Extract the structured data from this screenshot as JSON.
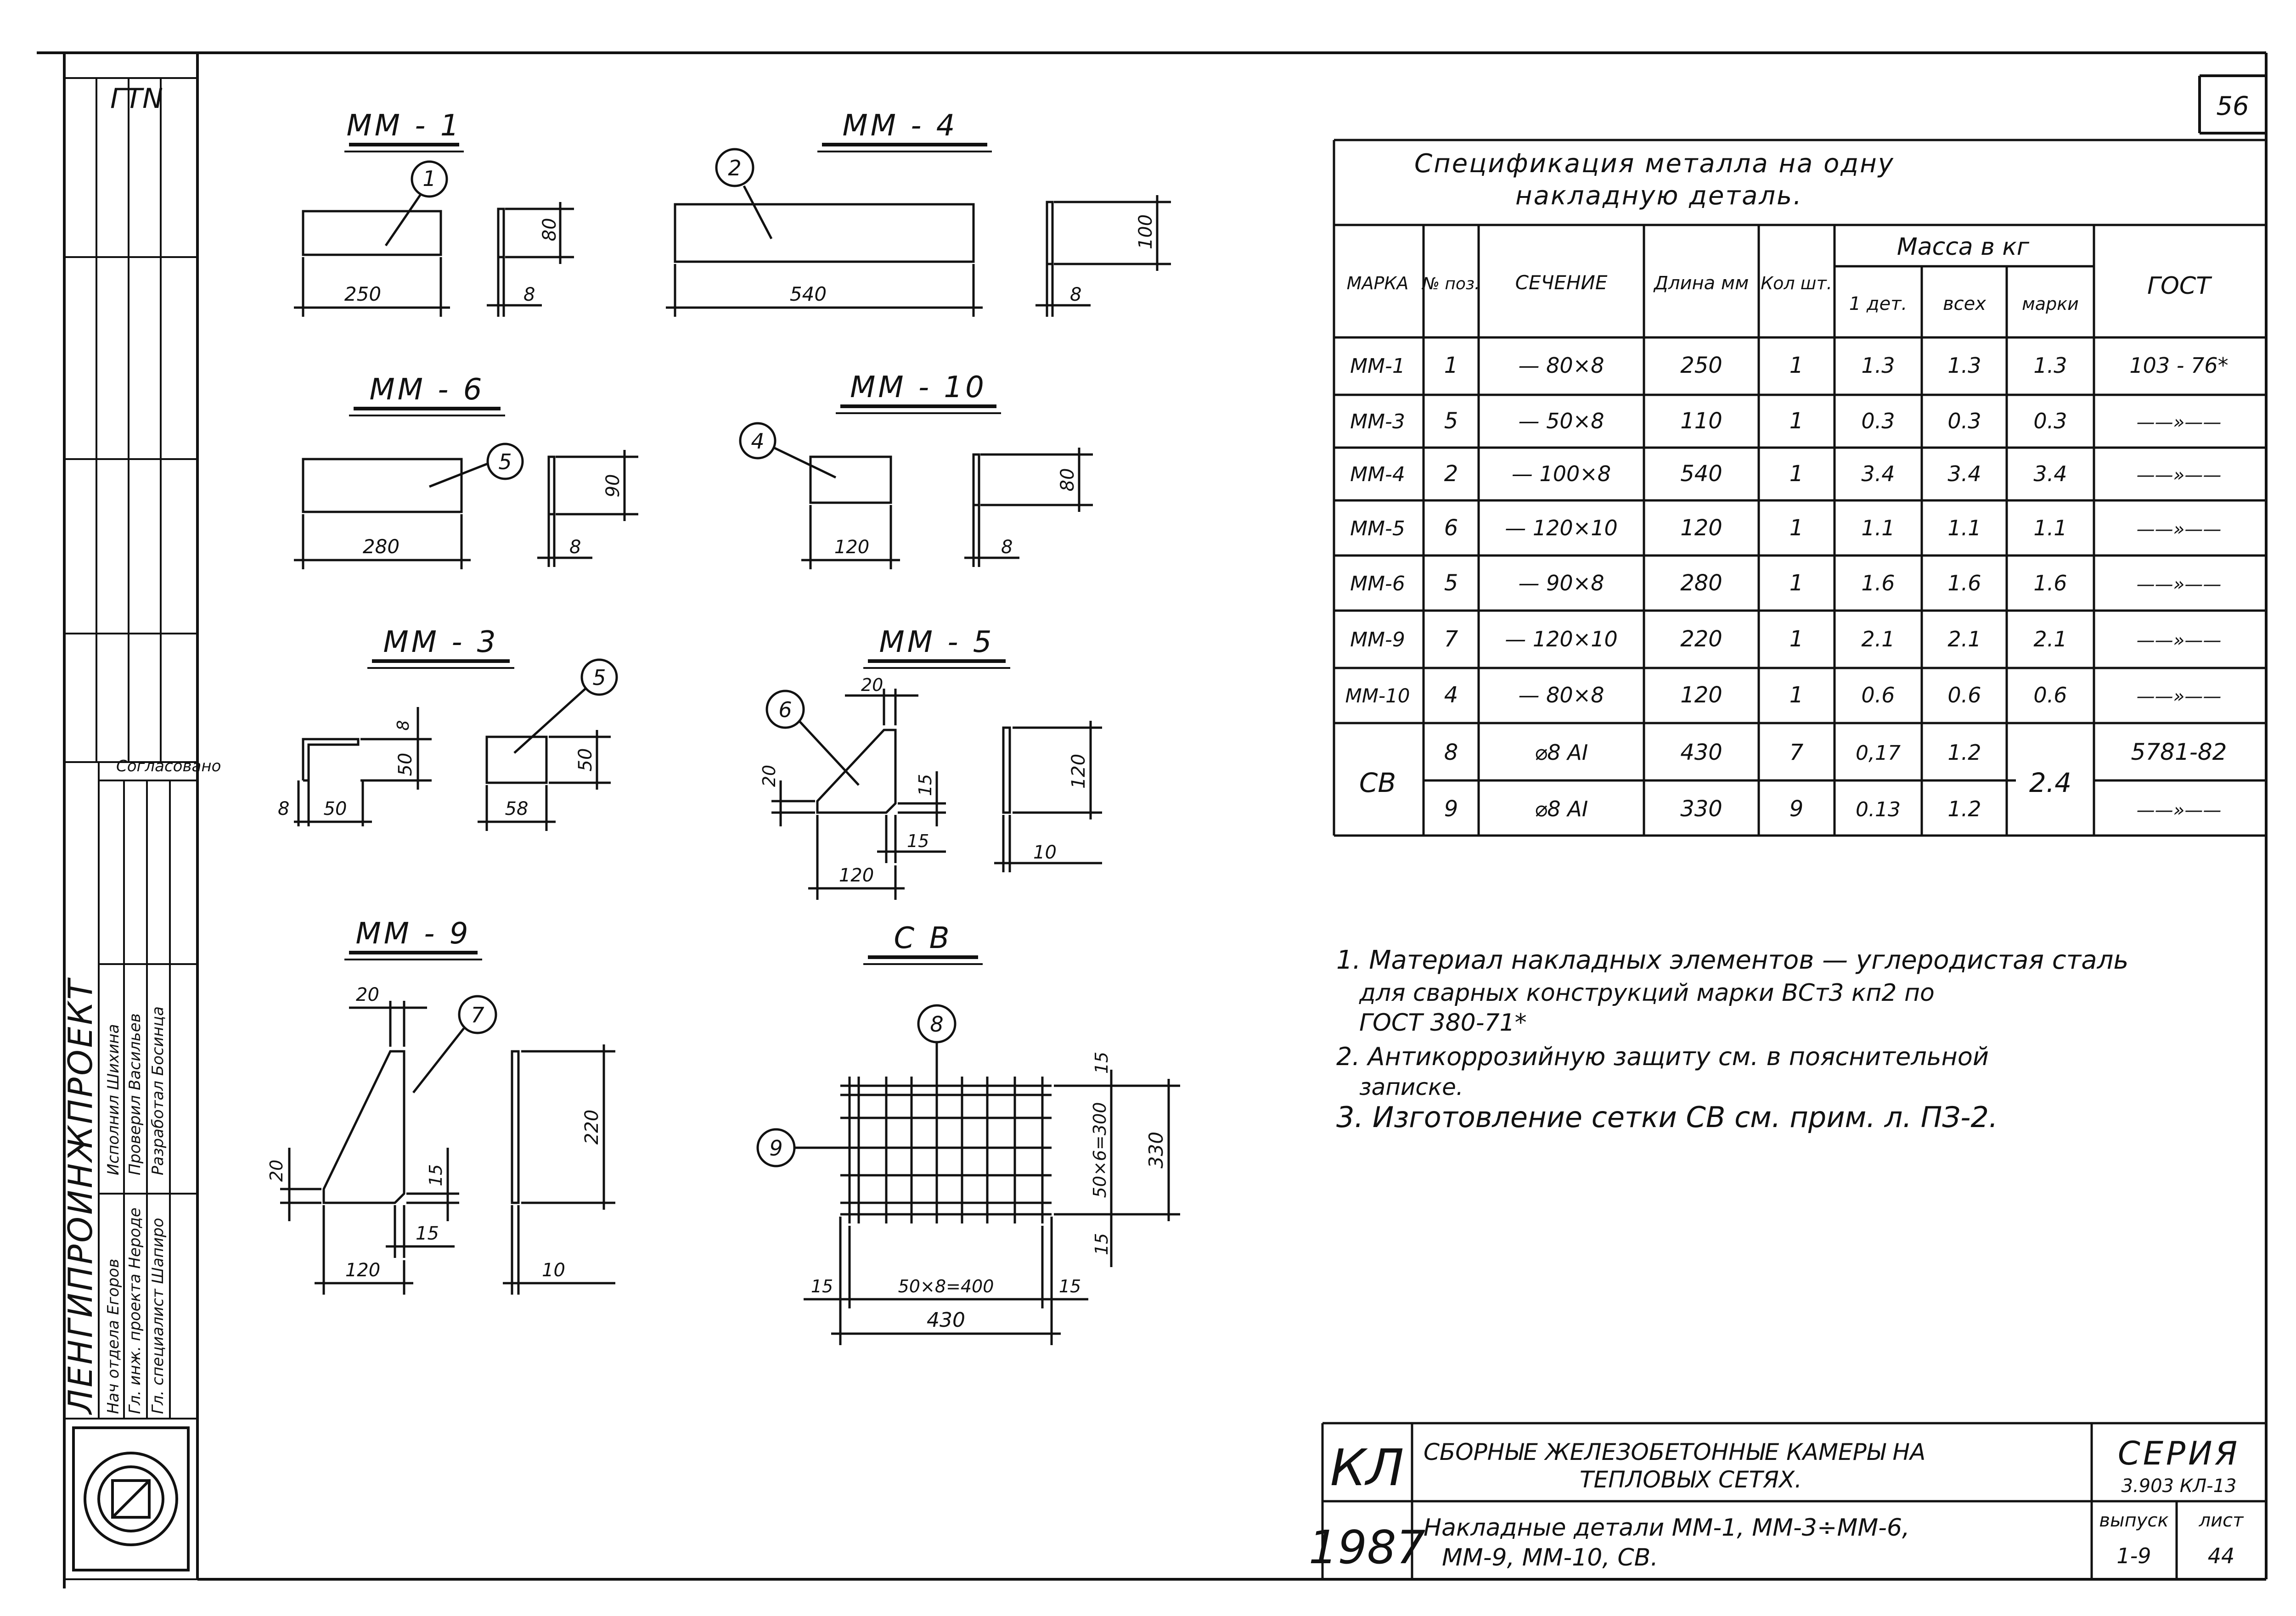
{
  "sheet": {
    "number": "56",
    "corner_stamp": "ГТN"
  },
  "drawings": {
    "mm1": {
      "title": "ММ - 1",
      "pos": "1",
      "length": "250",
      "height": "80",
      "thickness": "8"
    },
    "mm4": {
      "title": "ММ - 4",
      "pos": "2",
      "length": "540",
      "height": "100",
      "thickness": "8"
    },
    "mm6": {
      "title": "ММ - 6",
      "pos": "5",
      "length": "280",
      "height": "90",
      "thickness": "8"
    },
    "mm10": {
      "title": "ММ - 10",
      "pos": "4",
      "length": "120",
      "height": "80",
      "thickness": "8"
    },
    "mm3": {
      "title": "ММ - 3",
      "pos": "5",
      "height": "50",
      "thickness": "8",
      "width": "50",
      "thick2": "8",
      "height2": "50",
      "width2": "58"
    },
    "mm5": {
      "title": "ММ - 5",
      "pos": "6",
      "top": "20",
      "left": "20",
      "right": "15",
      "bottom": "120",
      "corner": "15",
      "plate_h": "120",
      "plate_t": "10"
    },
    "mm9": {
      "title": "ММ - 9",
      "pos": "7",
      "top": "20",
      "left": "20",
      "right": "15",
      "bottom": "120",
      "corner": "15",
      "plate_h": "220",
      "plate_t": "10"
    },
    "cb": {
      "title": "С В",
      "pos_a": "8",
      "pos_b": "9",
      "top_off": "15",
      "bottom_off": "15",
      "inner": "50×6=300",
      "total_h": "330",
      "left_off": "15",
      "right_off": "15",
      "inner_w": "50×8=400",
      "total_w": "430"
    }
  },
  "spec": {
    "title_line1": "Спецификация  металла  на  одну",
    "title_line2": "накладную  деталь.",
    "headers": {
      "mark": "МАРКА",
      "pos": "№ поз.",
      "section": "СЕЧЕНИЕ",
      "length": "Длина мм",
      "qty": "Кол шт.",
      "mass": "Масса  в  кг",
      "one": "1 дет.",
      "all": "всех",
      "marks": "марки",
      "gost": "ГОСТ"
    },
    "rows": [
      {
        "mark": "ММ-1",
        "pos": "1",
        "section": "— 80×8",
        "length": "250",
        "qty": "1",
        "one": "1.3",
        "all": "1.3",
        "markm": "1.3",
        "gost": "103 - 76*"
      },
      {
        "mark": "ММ-3",
        "pos": "5",
        "section": "— 50×8",
        "length": "110",
        "qty": "1",
        "one": "0.3",
        "all": "0.3",
        "markm": "0.3",
        "gost": "——»——"
      },
      {
        "mark": "ММ-4",
        "pos": "2",
        "section": "— 100×8",
        "length": "540",
        "qty": "1",
        "one": "3.4",
        "all": "3.4",
        "markm": "3.4",
        "gost": "——»——"
      },
      {
        "mark": "ММ-5",
        "pos": "6",
        "section": "— 120×10",
        "length": "120",
        "qty": "1",
        "one": "1.1",
        "all": "1.1",
        "markm": "1.1",
        "gost": "——»——"
      },
      {
        "mark": "ММ-6",
        "pos": "5",
        "section": "— 90×8",
        "length": "280",
        "qty": "1",
        "one": "1.6",
        "all": "1.6",
        "markm": "1.6",
        "gost": "——»——"
      },
      {
        "mark": "ММ-9",
        "pos": "7",
        "section": "— 120×10",
        "length": "220",
        "qty": "1",
        "one": "2.1",
        "all": "2.1",
        "markm": "2.1",
        "gost": "——»——"
      },
      {
        "mark": "ММ-10",
        "pos": "4",
        "section": "— 80×8",
        "length": "120",
        "qty": "1",
        "one": "0.6",
        "all": "0.6",
        "markm": "0.6",
        "gost": "——»——"
      }
    ],
    "cb": {
      "mark": "СВ",
      "markm": "2.4",
      "rows": [
        {
          "pos": "8",
          "section": "⌀8 АI",
          "length": "430",
          "qty": "7",
          "one": "0,17",
          "all": "1.2",
          "gost": "5781-82"
        },
        {
          "pos": "9",
          "section": "⌀8 АI",
          "length": "330",
          "qty": "9",
          "one": "0.13",
          "all": "1.2",
          "gost": "——»——"
        }
      ]
    }
  },
  "notes": {
    "n1_line1": "1. Материал  накладных  элементов — углеродистая  сталь",
    "n1_line2": "для  сварных  конструкций  марки  ВСт3 кп2  по",
    "n1_line3": "ГОСТ 380-71*",
    "n2_line1": "2. Антикоррозийную  защиту  см. в  пояснительной",
    "n2_line2": "записке.",
    "n3_line1": "3. Изготовление  сетки СВ  см.  прим. л. ПЗ-2."
  },
  "stamp": {
    "code": "КЛ",
    "year": "1987",
    "series_label": "СЕРИЯ",
    "series_value": "3.903 КЛ-13",
    "title_line1": "СБОРНЫЕ  ЖЕЛЕЗОБЕТОННЫЕ  КАМЕРЫ  НА",
    "title_line2": "ТЕПЛОВЫХ  СЕТЯХ.",
    "sub_line1": "Накладные  детали  ММ-1, ММ-3÷ММ-6,",
    "sub_line2": "ММ-9,  ММ-10,  СВ.",
    "issue_label": "выпуск",
    "issue_value": "1-9",
    "sheet_label": "лист",
    "sheet_value": "44"
  },
  "side": {
    "org": "ЛЕНГИПРОИНЖПРОЕКТ",
    "agreed": "Согласовано",
    "rows": [
      "Нач отдела  Егоров",
      "Гл. инж. проекта  Нероде",
      "Гл. специалист  Шапиро",
      "Исполнил  Шихина",
      "Проверил  Васильев",
      "Разработал  Босинца"
    ]
  }
}
